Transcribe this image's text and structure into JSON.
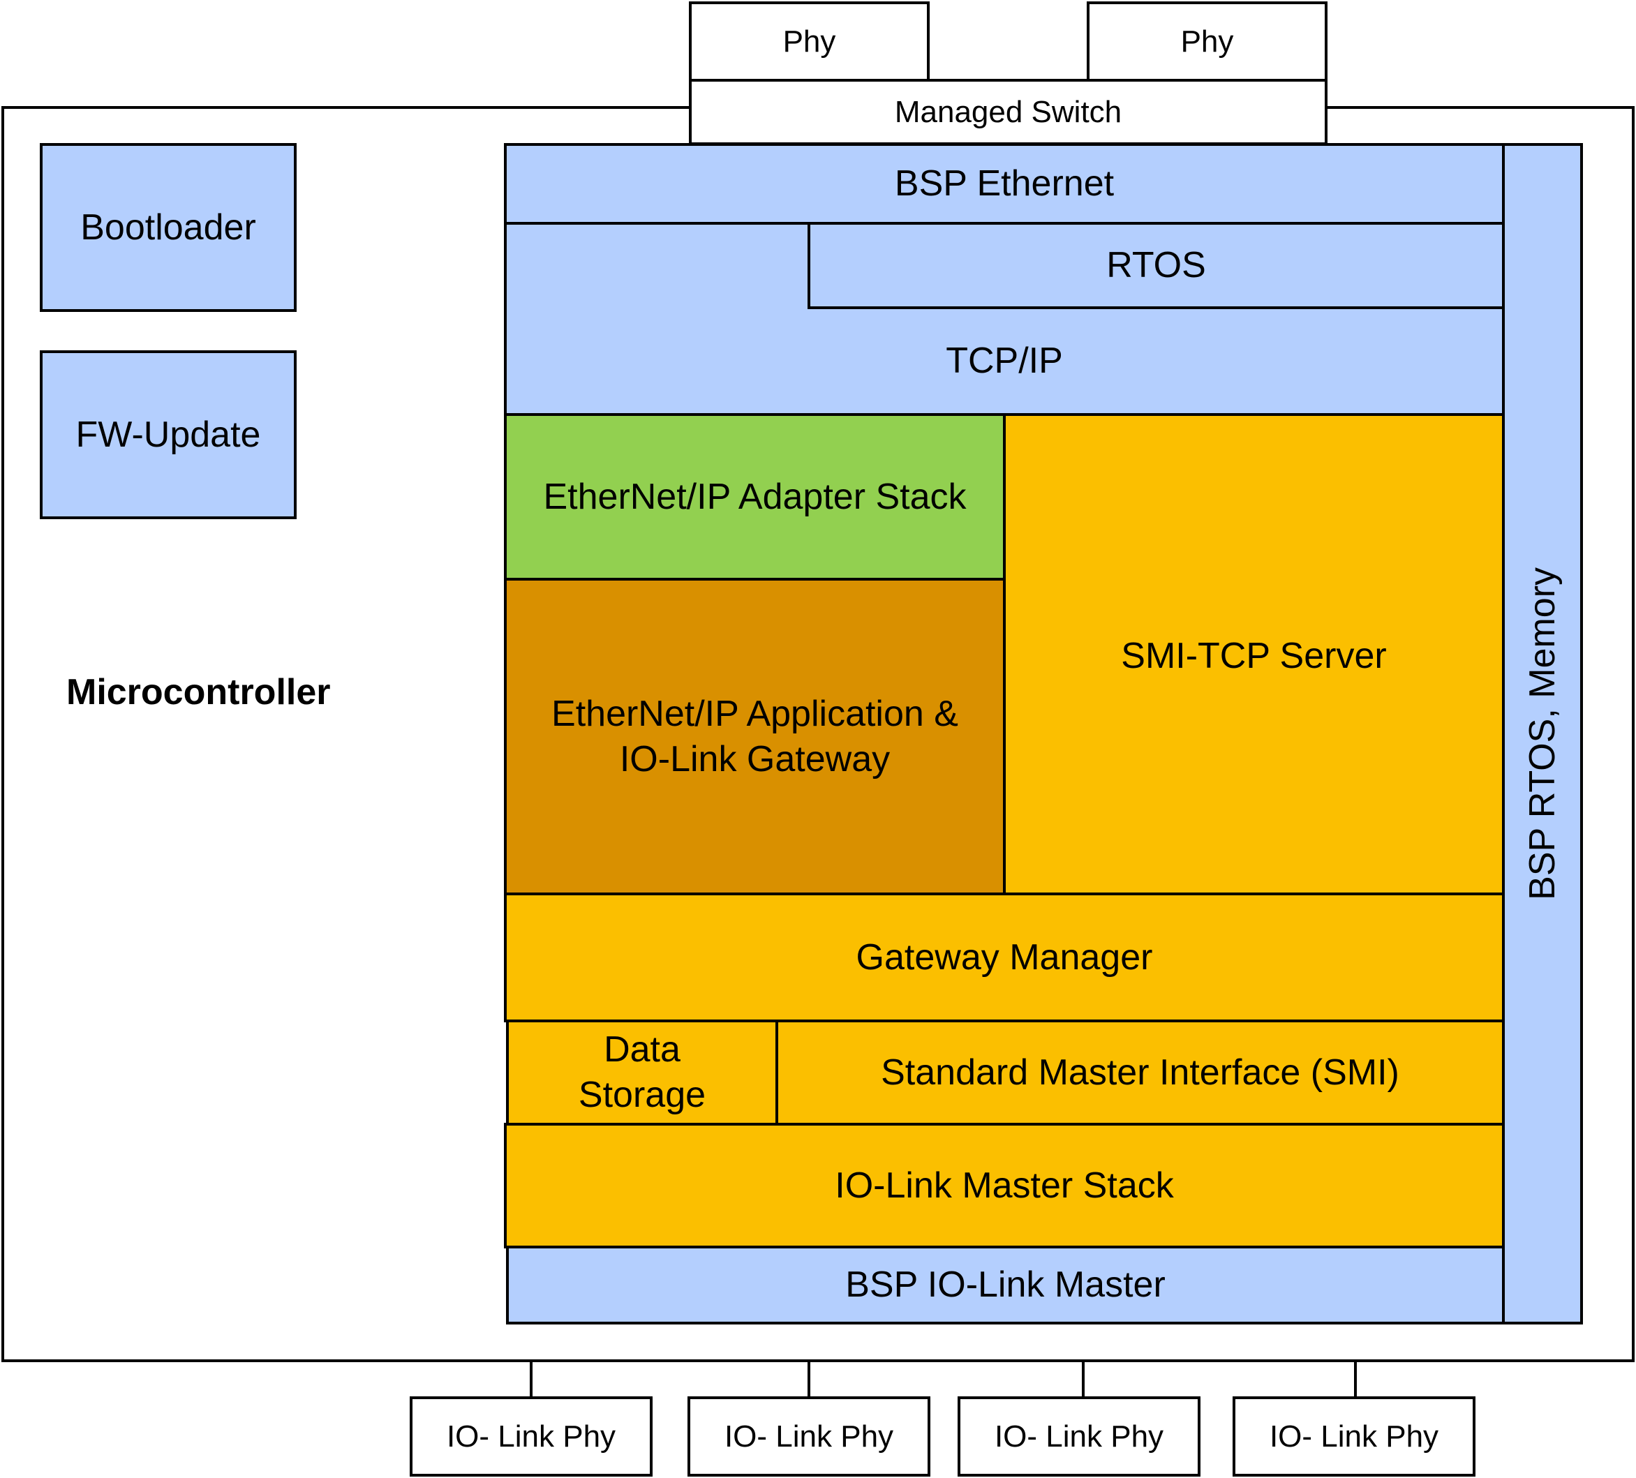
{
  "diagram": {
    "microcontroller": "Microcontroller",
    "bootloader": "Bootloader",
    "fw_update": "FW-Update",
    "phy_left": "Phy",
    "phy_right": "Phy",
    "managed_switch": "Managed Switch",
    "bsp_ethernet": "BSP Ethernet",
    "rtos": "RTOS",
    "tcp_ip": "TCP/IP",
    "ethernetip_adapter_stack": "EtherNet/IP Adapter Stack",
    "ethernetip_application_line1": "EtherNet/IP Application &",
    "ethernetip_application_line2": "IO-Link Gateway",
    "smi_tcp_server": "SMI-TCP Server",
    "gateway_manager": "Gateway Manager",
    "data_storage_line1": "Data",
    "data_storage_line2": "Storage",
    "smi": "Standard Master Interface (SMI)",
    "io_link_master_stack": "IO-Link Master Stack",
    "bsp_io_link_master": "BSP IO-Link Master",
    "bsp_rtos_memory": "BSP RTOS, Memory",
    "io_link_phys": [
      "IO- Link Phy",
      "IO- Link Phy",
      "IO- Link Phy",
      "IO- Link Phy"
    ]
  },
  "colors": {
    "blue": "#b4cffe",
    "green": "#92d050",
    "dark_orange": "#d99000",
    "orange": "#fbbf00"
  }
}
